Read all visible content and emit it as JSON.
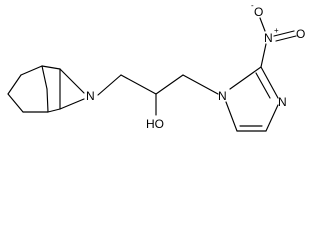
{
  "molecule": {
    "atom_labels": {
      "aziridine_n": "N",
      "hydroxyl": "HO",
      "imidazole_n1": "N",
      "imidazole_n3": "N",
      "nitro_n": "N",
      "nitro_o_top": "O",
      "nitro_o_right": "O"
    },
    "charges": {
      "nitro_n": "+",
      "nitro_o_top": "-"
    },
    "colors": {
      "bond": "#000000",
      "text": "#000000",
      "background": "#ffffff"
    }
  }
}
